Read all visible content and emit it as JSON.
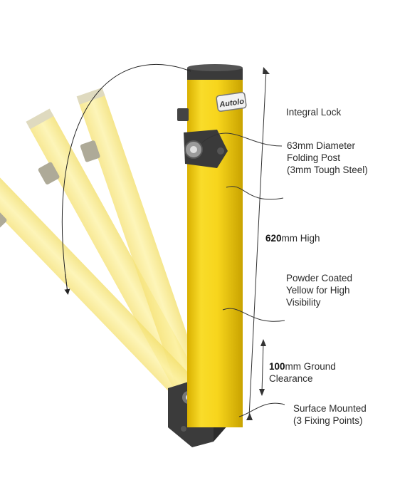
{
  "diagram": {
    "post_brand_text": "Autolo",
    "colors": {
      "post_yellow": "#f7d51c",
      "post_shadow": "#c9a300",
      "ghost_yellow": "#fbef93",
      "fitting_dark": "#3d3d3d",
      "line": "#222222"
    },
    "callouts": {
      "integral_lock": {
        "lines": [
          "Integral Lock"
        ]
      },
      "diameter": {
        "lines": [
          "63mm Diameter",
          "Folding Post",
          "(3mm Tough Steel)"
        ]
      },
      "height": {
        "bold": "620",
        "rest": "mm High"
      },
      "powder_coat": {
        "lines": [
          "Powder Coated",
          "Yellow for High",
          "Visibility"
        ]
      },
      "clearance": {
        "bold": "100",
        "rest": "mm Ground",
        "line2": "Clearance"
      },
      "surface": {
        "lines": [
          "Surface Mounted",
          "(3 Fixing Points)"
        ]
      }
    }
  }
}
